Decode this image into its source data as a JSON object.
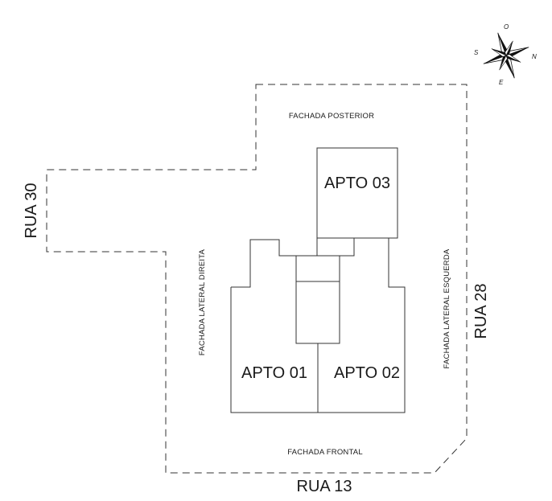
{
  "streets": {
    "top_left": "RUA 30",
    "right": "RUA 28",
    "bottom": "RUA 13"
  },
  "facades": {
    "rear": "FACHADA POSTERIOR",
    "front": "FACHADA FRONTAL",
    "right_side": "FACHADA LATERAL DIREITA",
    "left_side": "FACHADA LATERAL ESQUERDA"
  },
  "apartments": [
    "APTO 01",
    "APTO 02",
    "APTO 03"
  ],
  "compass": {
    "north": "N",
    "south": "S",
    "east": "E",
    "west": "O"
  },
  "colors": {
    "line": "#333333",
    "text": "#1a1a1a",
    "background": "#ffffff"
  }
}
